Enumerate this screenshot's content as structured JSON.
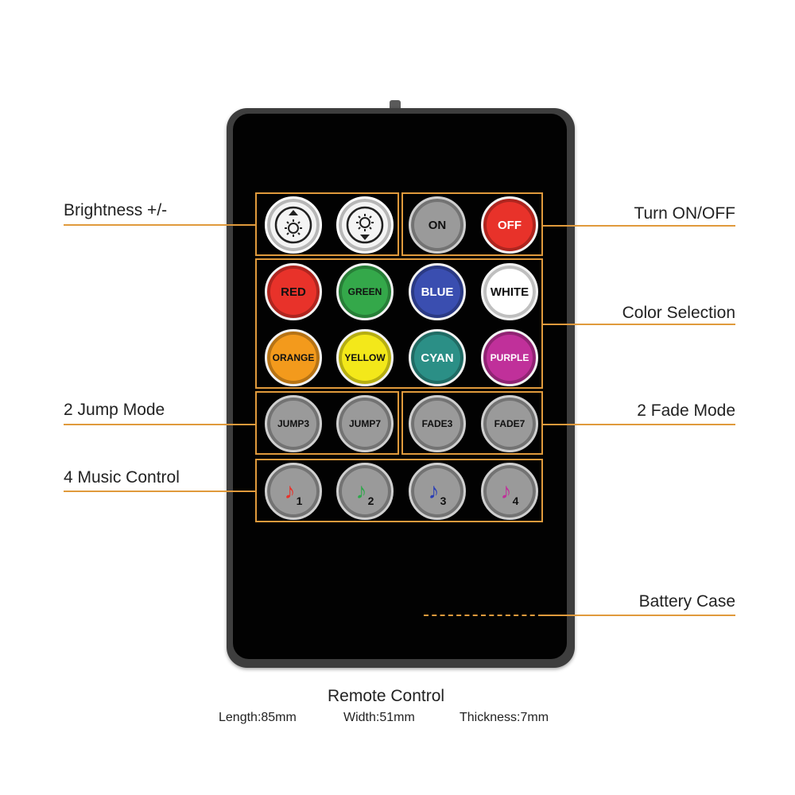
{
  "labels": {
    "brightness": "Brightness +/-",
    "turn_on_off": "Turn ON/OFF",
    "color_selection": "Color Selection",
    "jump_mode": "2 Jump Mode",
    "fade_mode": "2 Fade Mode",
    "music_control": "4 Music Control",
    "battery_case": "Battery Case"
  },
  "power": {
    "on": "ON",
    "off": "OFF"
  },
  "colors": {
    "row1": [
      "RED",
      "GREEN",
      "BLUE",
      "WHITE"
    ],
    "row2": [
      "ORANGE",
      "YELLOW",
      "CYAN",
      "PURPLE"
    ]
  },
  "modes": {
    "jump3": "JUMP3",
    "jump7": "JUMP7",
    "fade3": "FADE3",
    "fade7": "FADE7"
  },
  "music": [
    "1",
    "2",
    "3",
    "4"
  ],
  "caption": {
    "title": "Remote Control",
    "length": "Length:85mm",
    "width": "Width:51mm",
    "thickness": "Thickness:7mm"
  },
  "palette": {
    "accent": "#e09a3c",
    "red": "#e8322a",
    "green": "#34a84a",
    "blue": "#3a4eb0",
    "white": "#ffffff",
    "orange": "#f39a1c",
    "yellow": "#f3e81a",
    "cyan": "#2b8f86",
    "purple": "#c0309a",
    "grey": "#9a9a9a"
  },
  "icons": {
    "brightness_up": "brightness-up-icon",
    "brightness_down": "brightness-down-icon",
    "music_note": "music-note-icon"
  }
}
